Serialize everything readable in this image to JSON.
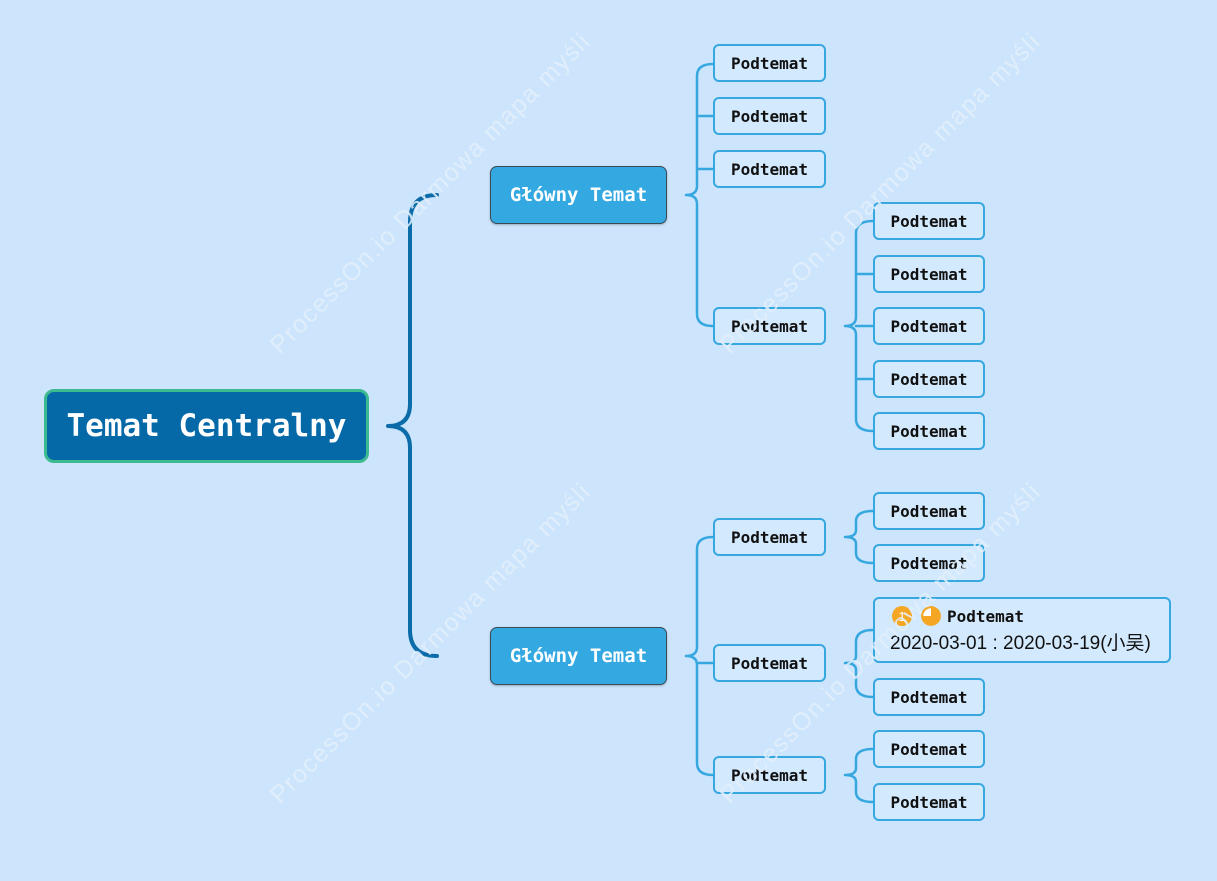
{
  "watermark": "ProcessOn.io Darmowa mapa myśli",
  "central": {
    "label": "Temat Centralny"
  },
  "main_topics": [
    {
      "label": "Główny Temat",
      "subtopics": [
        {
          "label": "Podtemat"
        },
        {
          "label": "Podtemat"
        },
        {
          "label": "Podtemat"
        },
        {
          "label": "Podtemat",
          "children": [
            {
              "label": "Podtemat"
            },
            {
              "label": "Podtemat"
            },
            {
              "label": "Podtemat"
            },
            {
              "label": "Podtemat"
            },
            {
              "label": "Podtemat"
            }
          ]
        }
      ]
    },
    {
      "label": "Główny Temat",
      "subtopics": [
        {
          "label": "Podtemat",
          "children": [
            {
              "label": "Podtemat"
            },
            {
              "label": "Podtemat"
            }
          ]
        },
        {
          "label": "Podtemat",
          "children": [
            {
              "label": "Podtemat",
              "priority": "1",
              "progress": 0.75,
              "dates": "2020-03-01 : 2020-03-19(小吴)",
              "icons": [
                "priority-1-icon",
                "progress-icon"
              ]
            },
            {
              "label": "Podtemat"
            }
          ]
        },
        {
          "label": "Podtemat",
          "children": [
            {
              "label": "Podtemat"
            },
            {
              "label": "Podtemat"
            }
          ]
        }
      ]
    }
  ],
  "colors": {
    "background": "#cce5fc",
    "central_fill": "#0569a8",
    "central_border": "#3dbb90",
    "main_fill": "#34a9e1",
    "main_border": "#3b4a55",
    "sub_fill": "#d3e9fd",
    "sub_border": "#36a8df",
    "central_connector": "#0b6ca9",
    "branch_connector": "#36a8df",
    "icon_orange": "#f5a623",
    "watermark": "#e4f0fc"
  }
}
